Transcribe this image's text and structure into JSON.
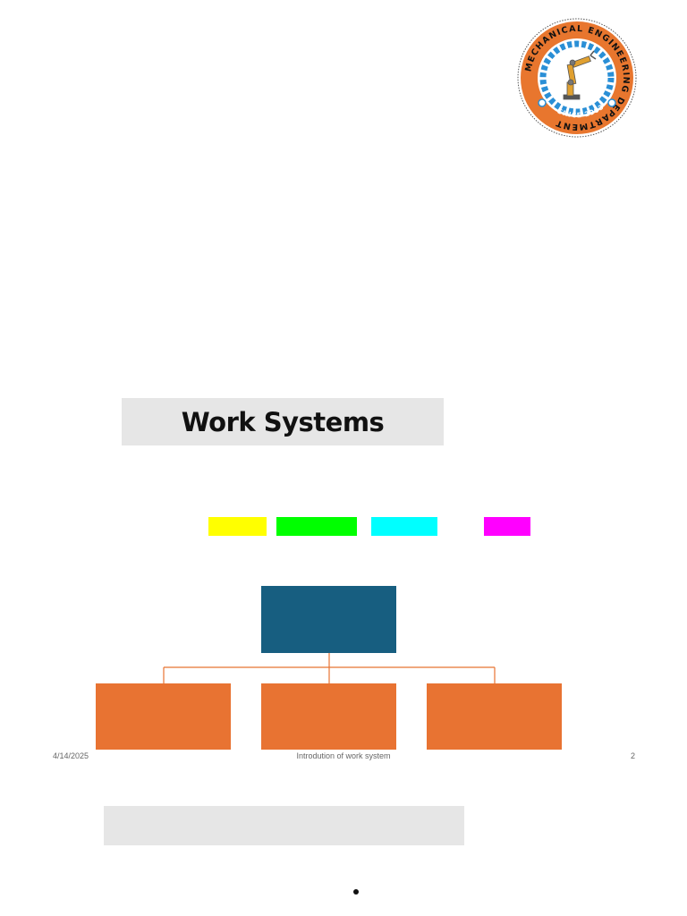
{
  "logo": {
    "ring_text": "MECHANICAL ENGINEERING DEPARTMENT",
    "since_text": "SINCE 2003",
    "colors": {
      "ring": "#e8762e",
      "inner_ring": "#2a8fd6",
      "arm": "#e0a030"
    }
  },
  "slide": {
    "title": "Work Systems",
    "highlights": [
      {
        "name": "yellow",
        "color": "#ffff00"
      },
      {
        "name": "green",
        "color": "#00ff00"
      },
      {
        "name": "cyan",
        "color": "#00ffff"
      },
      {
        "name": "magenta",
        "color": "#ff00ff"
      }
    ],
    "org_chart": {
      "top_color": "#175e80",
      "child_color": "#e87332",
      "connector_color": "#e87332",
      "child_count": 3
    }
  },
  "footer": {
    "date": "4/14/2025",
    "center": "Introdution of work system",
    "page": "2"
  }
}
